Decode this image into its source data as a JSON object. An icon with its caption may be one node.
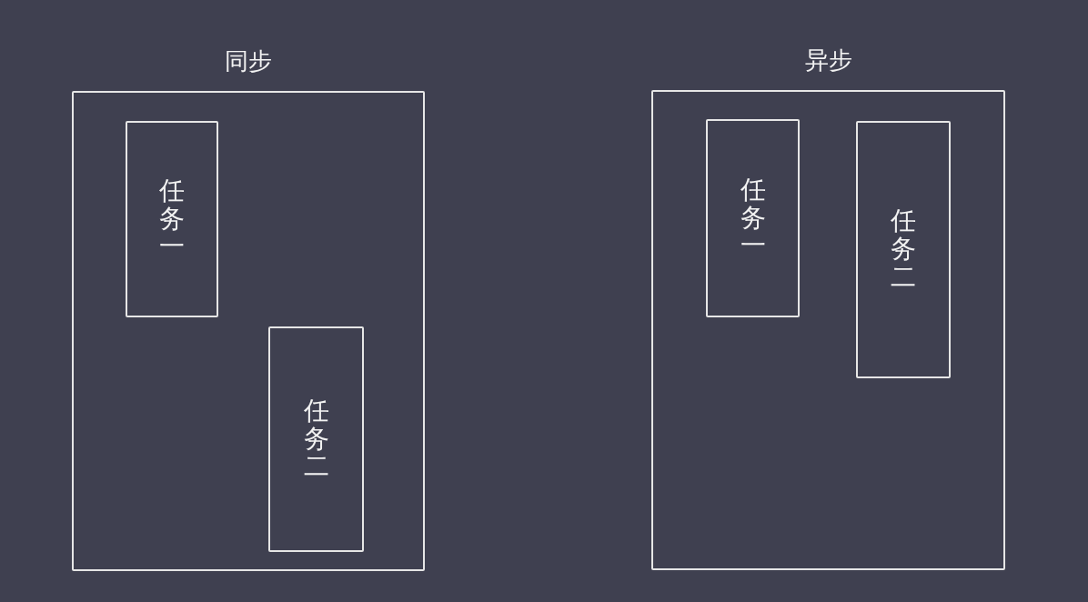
{
  "diagram": {
    "nodes": [
      {
        "text": [
          "同步"
        ]
      },
      {
        "text": [
          "任务一"
        ],
        "in": 0
      },
      {
        "text": [
          "任务二"
        ],
        "in": 0
      },
      {
        "text": [
          "异步"
        ]
      },
      {
        "text": [
          "任务一"
        ],
        "in": 3
      },
      {
        "text": [
          "任务二"
        ],
        "in": 3
      }
    ]
  }
}
